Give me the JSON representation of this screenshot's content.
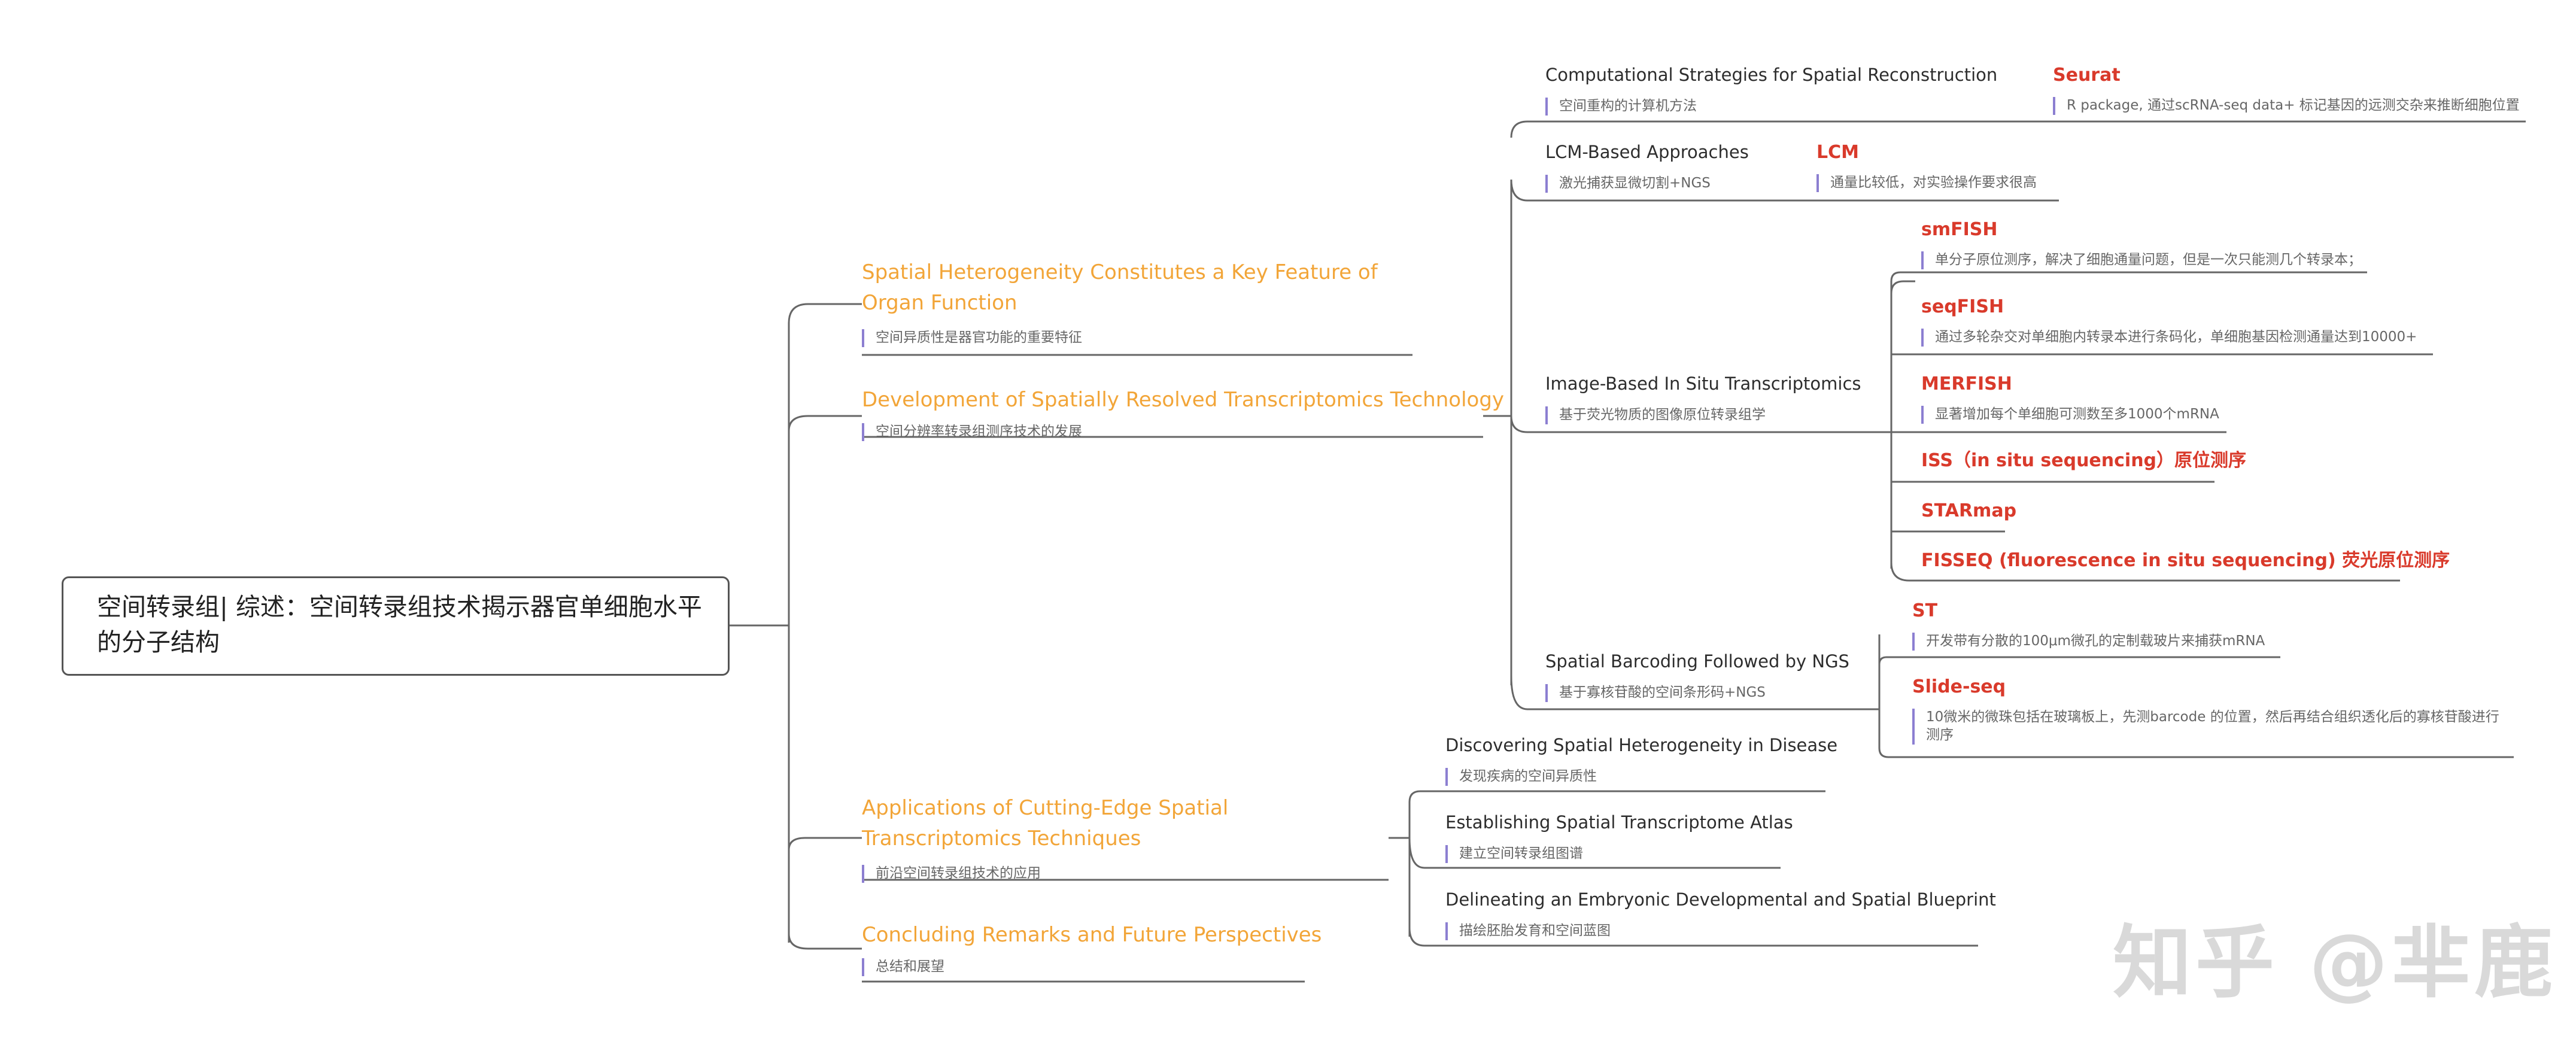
{
  "root": {
    "title": "空间转录组| 综述：空间转录组技术揭示器官单细胞水平的分子结构"
  },
  "branches": [
    {
      "title": "Spatial Heterogeneity Constitutes a Key Feature of Organ Function",
      "note": "空间异质性是器官功能的重要特征"
    },
    {
      "title": "Development of Spatially Resolved Transcriptomics Technology",
      "note": "空间分辨率转录组测序技术的发展",
      "children": [
        {
          "title": "Computational Strategies for Spatial Reconstruction",
          "note": "空间重构的计算机方法",
          "children": [
            {
              "title": "Seurat",
              "note": "R package, 通过scRNA-seq data+ 标记基因的远测交杂来推断细胞位置"
            }
          ]
        },
        {
          "title": "LCM-Based Approaches",
          "note": "激光捕获显微切割+NGS",
          "children": [
            {
              "title": "LCM",
              "note": "通量比较低，对实验操作要求很高"
            }
          ]
        },
        {
          "title": "Image-Based In Situ Transcriptomics",
          "note": "基于荧光物质的图像原位转录组学",
          "children": [
            {
              "title": "smFISH",
              "note": "单分子原位测序，解决了细胞通量问题，但是一次只能测几个转录本；"
            },
            {
              "title": "seqFISH",
              "note": "通过多轮杂交对单细胞内转录本进行条码化，单细胞基因检测通量达到10000+"
            },
            {
              "title": "MERFISH",
              "note": "显著增加每个单细胞可测数至多1000个mRNA"
            },
            {
              "title": "ISS（in situ sequencing）原位测序"
            },
            {
              "title": "STARmap"
            },
            {
              "title": "FISSEQ (fluorescence in situ sequencing) 荧光原位测序"
            }
          ]
        },
        {
          "title": "Spatial Barcoding Followed by NGS",
          "note": "基于寡核苷酸的空间条形码+NGS",
          "children": [
            {
              "title": "ST",
              "note": "开发带有分散的100μm微孔的定制载玻片来捕获mRNA"
            },
            {
              "title": "Slide-seq",
              "note": "10微米的微珠包括在玻璃板上，先测barcode 的位置，然后再结合组织透化后的寡核苷酸进行测序"
            }
          ]
        }
      ]
    },
    {
      "title": "Applications of Cutting-Edge Spatial Transcriptomics Techniques",
      "note": "前沿空间转录组技术的应用",
      "children": [
        {
          "title": "Discovering Spatial Heterogeneity in Disease",
          "note": "发现疾病的空间异质性"
        },
        {
          "title": "Establishing Spatial Transcriptome Atlas",
          "note": "建立空间转录组图谱"
        },
        {
          "title": "Delineating an Embryonic Developmental and Spatial Blueprint",
          "note": "描绘胚胎发育和空间蓝图"
        }
      ]
    },
    {
      "title": "Concluding Remarks and Future Perspectives",
      "note": "总结和展望"
    }
  ],
  "watermark": "知乎 @芈鹿",
  "colors": {
    "branch_title": "#f2a538",
    "leaf_title": "#d93a2b",
    "connector": "#666666",
    "note_bar": "#8c7fd1"
  }
}
